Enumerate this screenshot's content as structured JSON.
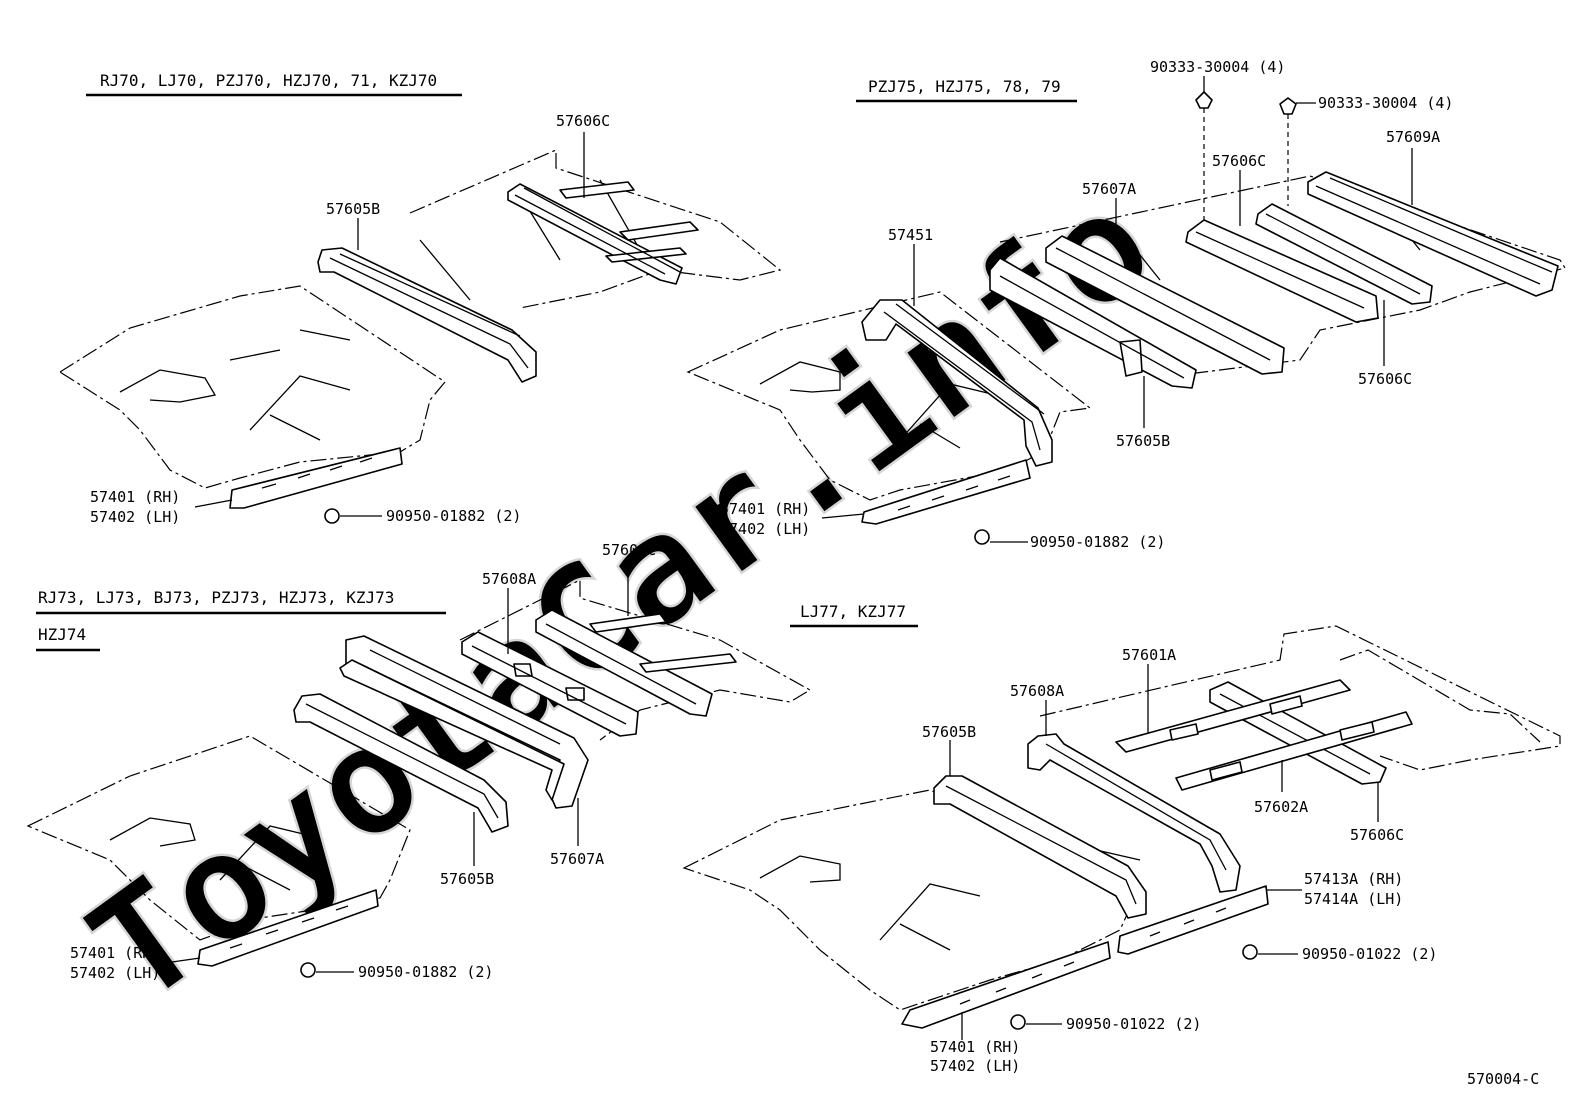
{
  "watermark": "ToyotaCar.info",
  "drawing_number": "570004-C",
  "variants": {
    "rj70": {
      "header": "RJ70, LJ70, PZJ70, HZJ70, 71, KZJ70",
      "labels": {
        "p57606C": "57606C",
        "p57605B": "57605B",
        "p57401": "57401 (RH)",
        "p57402": "57402 (LH)",
        "p90950": "90950-01882 (2)"
      }
    },
    "pzj75": {
      "header": "PZJ75, HZJ75, 78, 79",
      "labels": {
        "p90333a": "90333-30004 (4)",
        "p90333b": "90333-30004 (4)",
        "p57609A": "57609A",
        "p57606C_top": "57606C",
        "p57607A": "57607A",
        "p57451": "57451",
        "p57606C_bottom": "57606C",
        "p57605B": "57605B",
        "p57401": "57401 (RH)",
        "p57402": "57402 (LH)",
        "p90950": "90950-01882 (2)"
      }
    },
    "rj73": {
      "header": "RJ73, LJ73, BJ73, PZJ73, HZJ73, KZJ73",
      "header2": "HZJ74",
      "labels": {
        "p57606C": "57606C",
        "p57608A": "57608A",
        "p57605B": "57605B",
        "p57607A": "57607A",
        "p57401": "57401 (RH)",
        "p57402": "57402 (LH)",
        "p90950": "90950-01882 (2)"
      }
    },
    "lj77": {
      "header": "LJ77, KZJ77",
      "labels": {
        "p57601A": "57601A",
        "p57608A": "57608A",
        "p57605B": "57605B",
        "p57602A": "57602A",
        "p57606C": "57606C",
        "p57413A": "57413A (RH)",
        "p57414A": "57414A (LH)",
        "p90950a": "90950-01022 (2)",
        "p90950b": "90950-01022 (2)",
        "p57401": "57401 (RH)",
        "p57402": "57402 (LH)"
      }
    }
  }
}
